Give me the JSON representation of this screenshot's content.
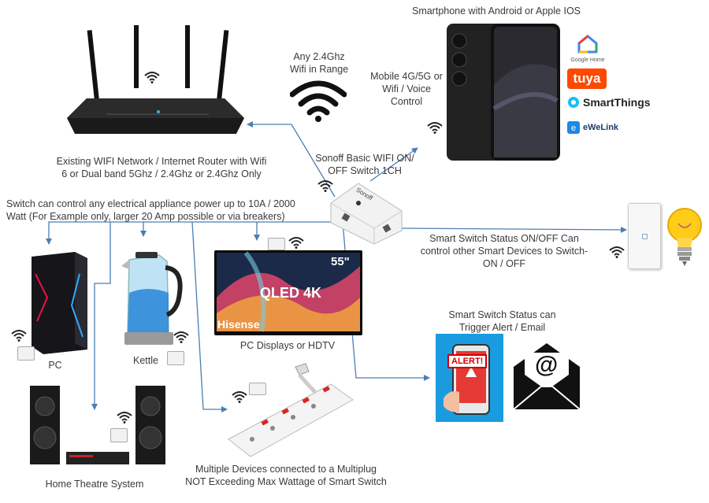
{
  "labels": {
    "smartphone": "Smartphone with Android or Apple IOS",
    "wifi_range": "Any 2.4Ghz\nWifi in Range",
    "mobile": "Mobile 4G/5G or\nWifi / Voice\nControl",
    "router": "Existing WIFI Network / Internet Router with Wifi\n6 or Dual band 5Ghz / 2.4Ghz or 2.4Ghz Only",
    "sonoff": "Sonoff Basic WIFI ON/\nOFF Switch 1CH",
    "switch_control": "Switch can control any electrical appliance power up to 10A / 2000\nWatt (For Example only, larger 20 Amp possible or via breakers)",
    "smart_status": "Smart Switch Status ON/OFF Can\ncontrol other Smart Devices to Switch-\nON / OFF",
    "alert": "Smart Switch Status can\nTrigger Alert / Email",
    "pc": "PC",
    "kettle": "Kettle",
    "displays": "PC Displays or HDTV",
    "home_theatre": "Home Theatre System",
    "multiplug": "Multiple Devices connected to a Multiplug\nNOT Exceeding Max Wattage of Smart Switch"
  },
  "apps": {
    "google_home": "Google Home",
    "tuya": "tuya",
    "smartthings": "SmartThings",
    "ewelink": "eWeLink"
  },
  "device_text": {
    "sonoff_brand": "Sonoff",
    "tv_size": "55\"",
    "tv_brand": "Hisense",
    "tv_qled": "QLED 4K",
    "alert_text": "ALERT!",
    "email_symbol": "@"
  },
  "colors": {
    "arrow": "#4a7fb5",
    "tuya": "#ff4800",
    "ewelink": "#1e88e5",
    "alert_bg": "#1a9be0"
  }
}
